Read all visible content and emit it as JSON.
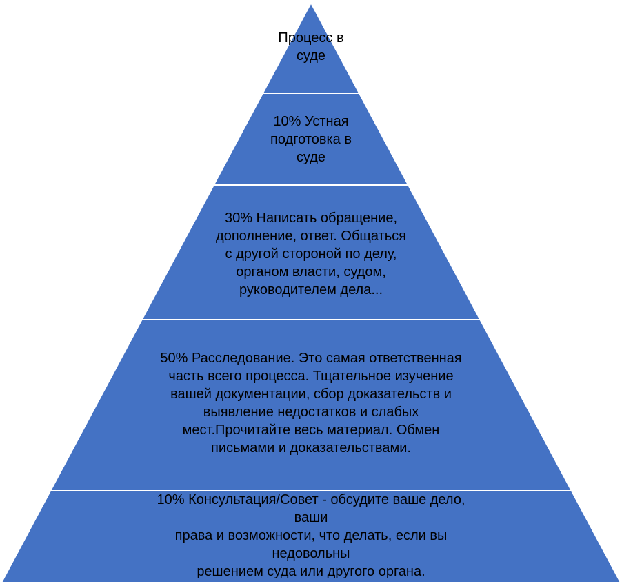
{
  "diagram": {
    "type": "pyramid",
    "fill_color": "#4472c4",
    "separator_color": "#ffffff",
    "text_color": "#000000",
    "tiers": [
      {
        "label": "Процесс в\nсуде"
      },
      {
        "label": "10% Устная\nподготовка в\nсуде"
      },
      {
        "label": "30% Написать обращение,\nдополнение, ответ. Общаться\nс другой стороной по делу,\nорганом власти, судом,\nруководителем дела..."
      },
      {
        "label": "50% Расследование. Это самая ответственная\nчасть всего процесса. Тщательное изучение\nвашей документации, сбор доказательств и\nвыявление недостатков и слабых\nмест.Прочитайте весь материал. Обмен\nписьмами и доказательствами."
      },
      {
        "label": "10% Консультация/Совет - обсудите ваше дело, ваши\nправа и возможности, что делать, если вы недовольны\nрешением суда или другого органа."
      }
    ]
  }
}
